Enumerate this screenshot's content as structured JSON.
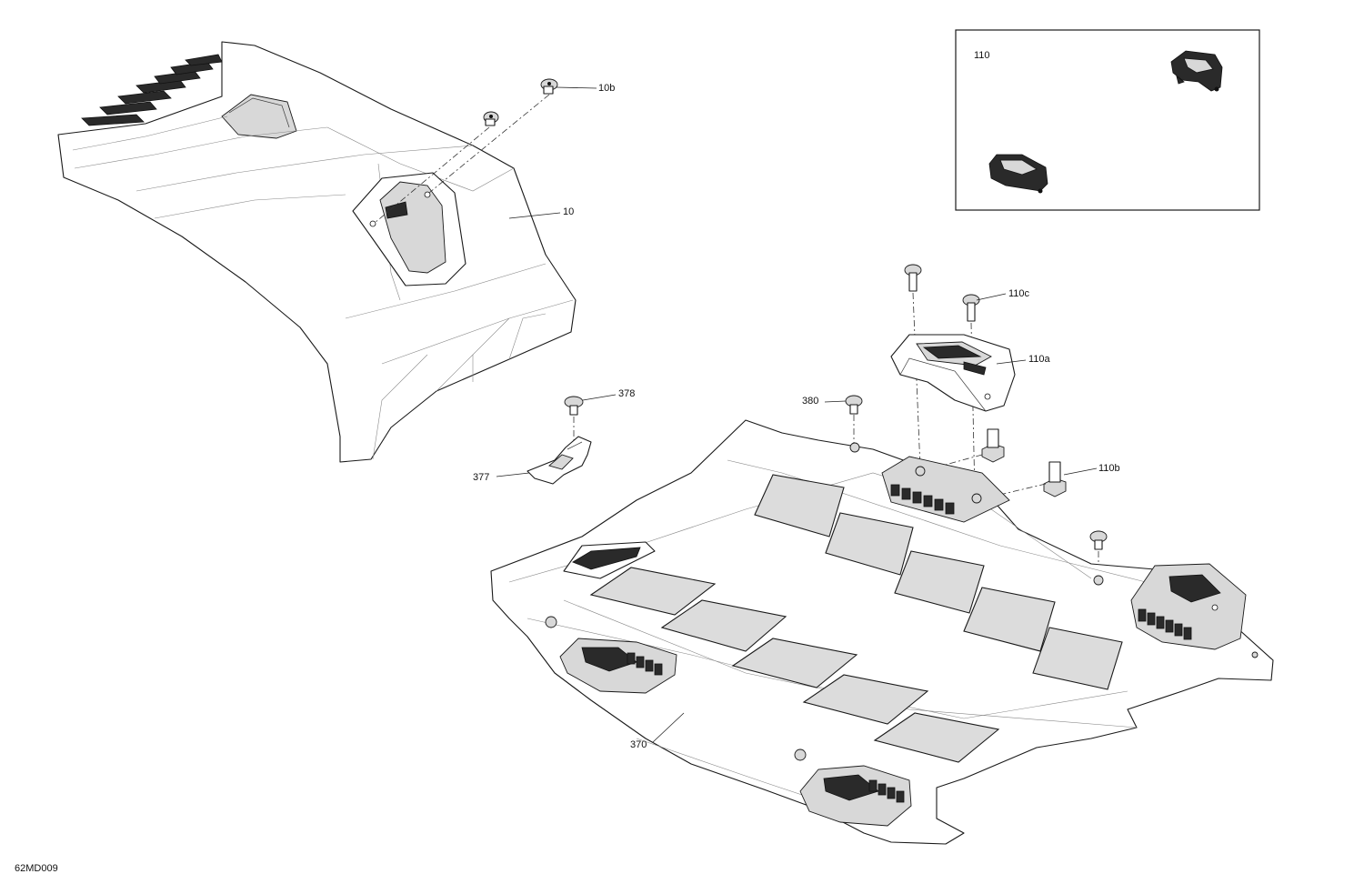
{
  "diagram": {
    "drawing_id": "62MD009",
    "inset_label": "110",
    "callouts": [
      {
        "id": "10b",
        "label": "10b"
      },
      {
        "id": "10",
        "label": "10"
      },
      {
        "id": "110c",
        "label": "110c"
      },
      {
        "id": "110a",
        "label": "110a"
      },
      {
        "id": "378",
        "label": "378"
      },
      {
        "id": "380",
        "label": "380"
      },
      {
        "id": "110b",
        "label": "110b"
      },
      {
        "id": "377",
        "label": "377"
      },
      {
        "id": "370",
        "label": "370"
      }
    ]
  }
}
